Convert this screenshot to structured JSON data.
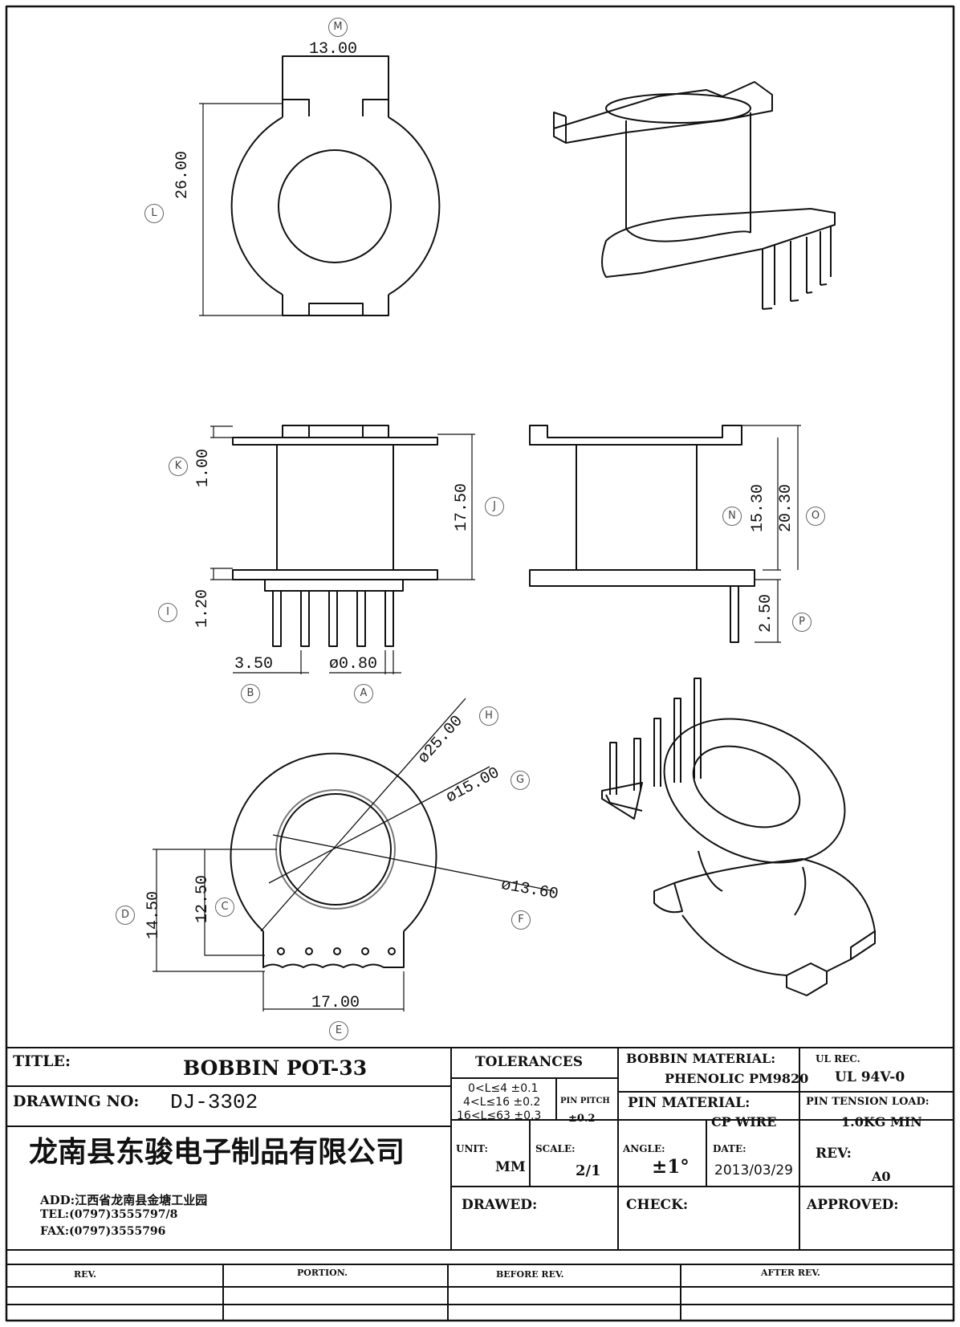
{
  "dimensions": {
    "m": "13.00",
    "l": "26.00",
    "k": "1.00",
    "j": "17.50",
    "i": "1.20",
    "b": "3.50",
    "a": "ø0.80",
    "n": "15.30",
    "o": "20.30",
    "p": "2.50",
    "h": "ø25.00",
    "g": "ø15.00",
    "f": "ø13.60",
    "d": "14.50",
    "c": "12.50",
    "e": "17.00"
  },
  "markers": {
    "m": "M",
    "l": "L",
    "k": "K",
    "j": "J",
    "i": "I",
    "b": "B",
    "a": "A",
    "n": "N",
    "o": "O",
    "p": "P",
    "h": "H",
    "g": "G",
    "f": "F",
    "d": "D",
    "c": "C",
    "e": "E"
  },
  "title_block": {
    "title_label": "TITLE:",
    "title_value": "BOBBIN POT-33",
    "drawing_no_label": "DRAWING NO:",
    "drawing_no_value": "DJ-3302",
    "company": "龙南县东骏电子制品有限公司",
    "address": "ADD:江西省龙南县金塘工业园",
    "tel": "TEL:(0797)3555797/8",
    "fax": "FAX:(0797)3555796",
    "tolerances_label": "TOLERANCES",
    "tol_1": "0<L≤4   ±0.1",
    "tol_2": "4<L≤16  ±0.2",
    "tol_3": "16<L≤63 ±0.3",
    "pin_pitch_label": "PIN PITCH",
    "pin_pitch_value": "±0.2",
    "bobbin_material_label": "BOBBIN MATERIAL:",
    "bobbin_material_value": "PHENOLIC  PM9820",
    "ul_label": "UL REC.",
    "ul_value": "UL  94V-0",
    "pin_material_label": "PIN MATERIAL:",
    "pin_material_value": "CP WIRE",
    "pin_tension_label": "PIN TENSION LOAD:",
    "pin_tension_value": "1.0KG MIN",
    "unit_label": "UNIT:",
    "unit_value": "MM",
    "scale_label": "SCALE:",
    "scale_value": "2/1",
    "angle_label": "ANGLE:",
    "angle_value": "±1°",
    "date_label": "DATE:",
    "date_value": "2013/03/29",
    "rev_label": "REV:",
    "rev_value": "A0",
    "drawed_label": "DRAWED:",
    "check_label": "CHECK:",
    "approved_label": "APPROVED:"
  },
  "revision_table": {
    "headers": [
      "REV.",
      "PORTION.",
      "BEFORE REV.",
      "AFTER REV."
    ]
  }
}
